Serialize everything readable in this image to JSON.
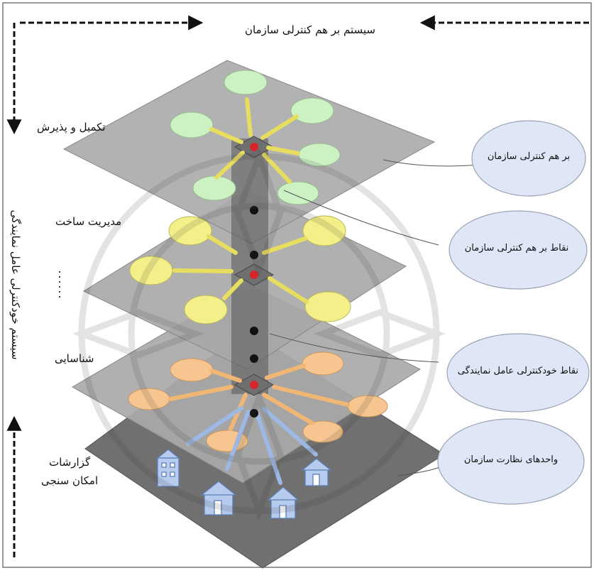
{
  "title": "سیستم بر هم کنترلی سازمان",
  "vertical_axis_label": "سیستم خودکنترلی عامل نمایندگی",
  "vertical_dots": "......",
  "layers": [
    {
      "label": "تکمیل و پذیرش",
      "color": "#ccf2c4"
    },
    {
      "label": "مدیریت ساخت",
      "color": "#f2f08c"
    },
    {
      "label": "شناسایی",
      "color": "#f7c68f"
    },
    {
      "label": "گزارشات\nامکان سنجی",
      "color": "#b9cdef"
    }
  ],
  "callouts": [
    {
      "text": "بر هم کنترلی سازمان"
    },
    {
      "text": "نقاط بر هم کنترلی سازمان"
    },
    {
      "text": "نقاط خودکنترلی عامل نمایندگی"
    },
    {
      "text": "واحدهای نظارت سازمان"
    }
  ],
  "colors": {
    "plane_top": "#a8a8a8",
    "plane_bottom": "#6f6f6f",
    "callout_fill": "#dfe6f5",
    "callout_stroke": "#9aa3b5",
    "red_dot": "#d7262b",
    "black_dot": "#111111",
    "arrow_yellow": "#f3ee8a",
    "arrow_orange": "#f7c28c",
    "arrow_blue": "#9db8e3"
  }
}
